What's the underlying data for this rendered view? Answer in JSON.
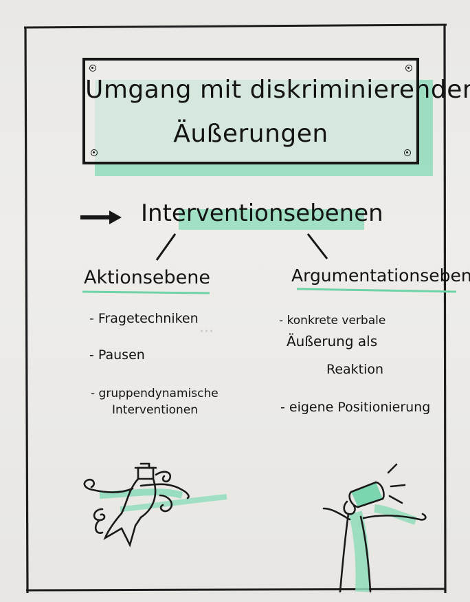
{
  "title": {
    "line1": "Umgang mit diskriminierenden",
    "line2": "Äußerungen"
  },
  "heading": "Interventionsebenen",
  "left": {
    "title": "Aktionsebene",
    "items": [
      "- Fragetechniken",
      "- Pausen",
      "- gruppendynamische",
      "Interventionen"
    ]
  },
  "right": {
    "title": "Argumentationsebene",
    "items": [
      "- konkrete verbale",
      "Äußerung als",
      "Reaktion",
      "- eigene Positionierung"
    ]
  },
  "colors": {
    "ink": "#161616",
    "accent_green": "#5fcf9f",
    "paper": "#eeede9"
  },
  "icons": [
    "arrow-right-icon",
    "dancing-figure-icon",
    "megaphone-figure-icon"
  ]
}
